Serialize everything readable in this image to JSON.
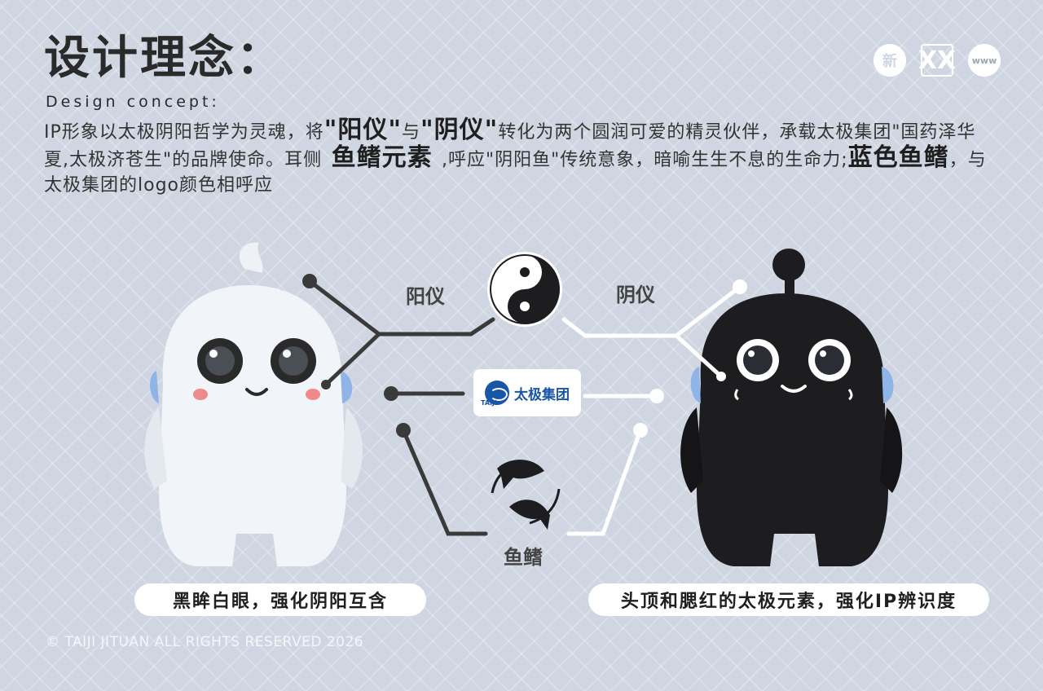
{
  "header": {
    "title": "设计理念：",
    "subtitle": "Design concept:",
    "icons": [
      "xin-logo-icon",
      "double-x-logo-icon",
      "www-globe-icon"
    ],
    "icon_glyphs": {
      "xin": "新",
      "xx": "XX",
      "www": "www"
    }
  },
  "description": {
    "p1": "IP形象以太极阴阳哲学为灵魂，将",
    "yang": "\"阳仪\"",
    "p2": "与",
    "yin": "\"阴仪\"",
    "p3": "转化为两个圆润可爱的精灵伙伴，承载太极集团\"国药泽华夏,太极济苍生\"的品牌使命。耳侧",
    "fin": " 鱼鳍元素 ",
    "p4": ",呼应\"阴阳鱼\"传统意象，暗喻生生不息的生命力;",
    "blue_fin": "蓝色鱼鳍",
    "p5": "，与太极集团的logo颜色相呼应"
  },
  "labels": {
    "yang": "阳仪",
    "yin": "阴仪",
    "fin": "鱼鳍"
  },
  "badge": {
    "text": "太极集团",
    "sub": "TAIJI"
  },
  "captions": {
    "left": "黑眸白眼，强化阴阳互含",
    "right": "头顶和腮红的太极元素，强化IP辨识度"
  },
  "footer": {
    "copyright": "© TAIJI JITUAN ALL RIGHTS RESERVED 2026"
  },
  "colors": {
    "background": "#cfd6e1",
    "accent_blue": "#1a56a8",
    "fin_blue": "#8fb4e8",
    "cheek": "#f08a8a"
  }
}
